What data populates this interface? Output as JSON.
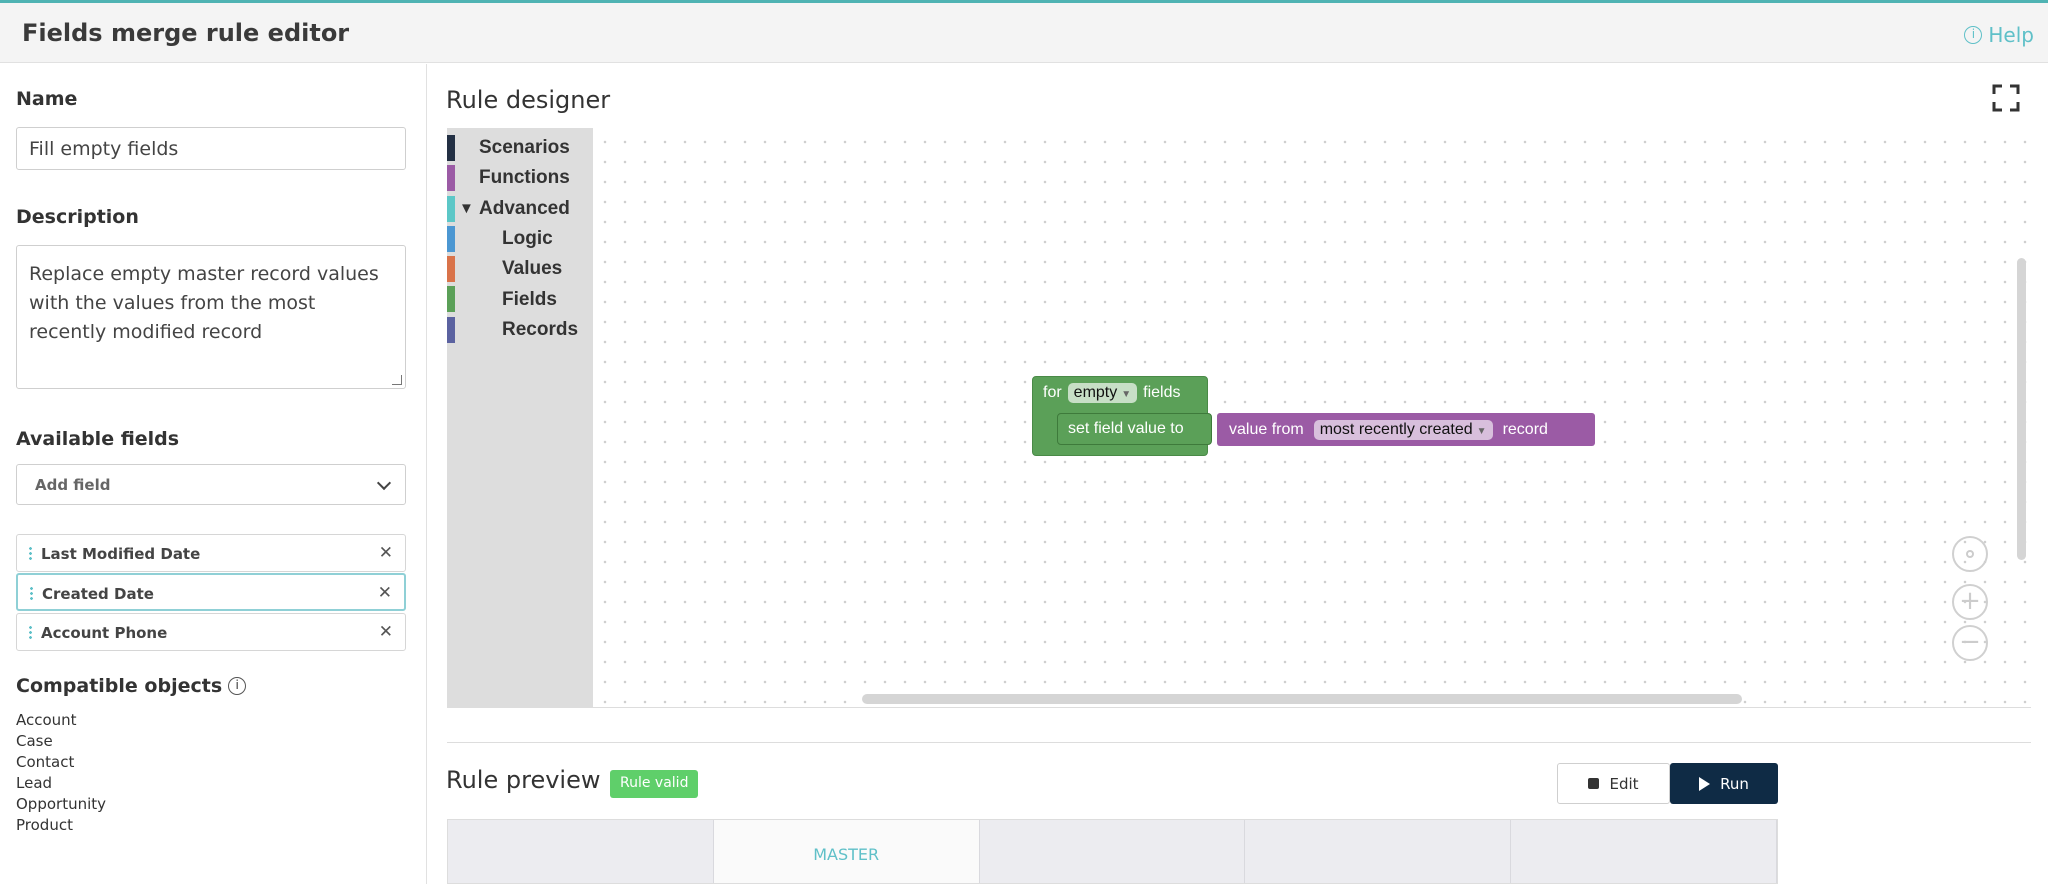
{
  "header": {
    "title": "Fields merge rule editor",
    "help": "Help"
  },
  "left": {
    "name_label": "Name",
    "name_value": "Fill empty fields",
    "description_label": "Description",
    "description_value": "Replace empty master record values with the values from the most recently modified record",
    "available_fields_label": "Available fields",
    "add_field_placeholder": "Add field",
    "fields": [
      "Last Modified Date",
      "Created Date",
      "Account Phone"
    ],
    "compatible_objects_label": "Compatible objects",
    "objects": [
      "Account",
      "Case",
      "Contact",
      "Lead",
      "Opportunity",
      "Product"
    ]
  },
  "designer": {
    "title": "Rule designer",
    "toolbox": [
      {
        "label": "Scenarios",
        "color": "#233044"
      },
      {
        "label": "Functions",
        "color": "#9b5ba5"
      },
      {
        "label": "Advanced",
        "color": "#5cc7c7"
      },
      {
        "label": "Logic",
        "color": "#4c97d2"
      },
      {
        "label": "Values",
        "color": "#d9734a"
      },
      {
        "label": "Fields",
        "color": "#5ba058"
      },
      {
        "label": "Records",
        "color": "#5b62a0"
      }
    ],
    "blocks": {
      "for": "for",
      "empty": "empty",
      "fields": "fields",
      "set_field": "set field value to",
      "value_from": "value from",
      "most_recent": "most recently created",
      "record": "record"
    }
  },
  "preview": {
    "title": "Rule preview",
    "badge": "Rule valid",
    "edit": "Edit",
    "run": "Run",
    "master_col": "MASTER"
  }
}
